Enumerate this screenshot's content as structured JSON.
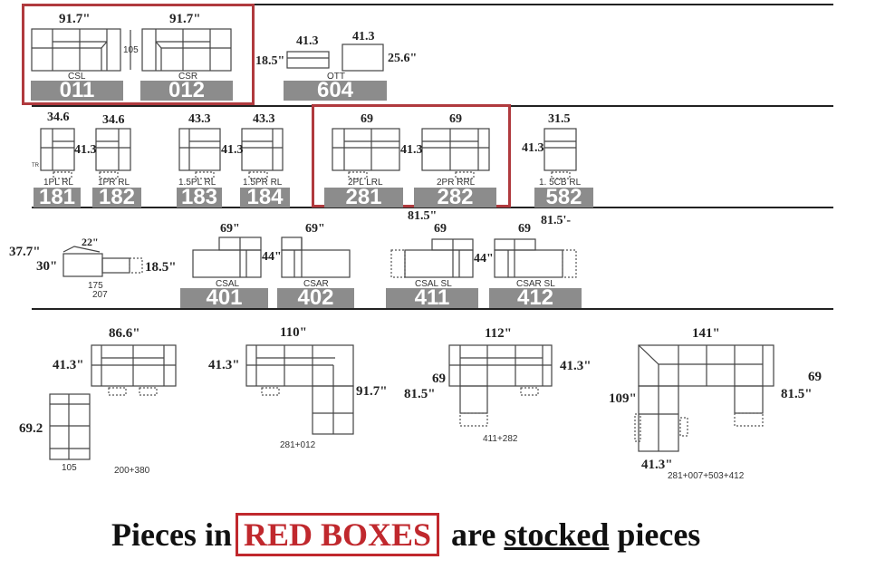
{
  "pieces": {
    "csl": {
      "label": "CSL",
      "code": "011",
      "width": "91.7\"",
      "depth": "105"
    },
    "csr": {
      "label": "CSR",
      "code": "012",
      "width": "91.7\""
    },
    "ott": {
      "label": "OTT",
      "code": "604",
      "width1": "41.3",
      "width2": "41.3",
      "height": "18.5\"",
      "depth": "25.6\""
    },
    "p181": {
      "label": "1PL RL",
      "code": "181",
      "width": "34.6",
      "depth": "41.3"
    },
    "p182": {
      "label": "1PR RL",
      "code": "182",
      "width": "34.6"
    },
    "p183": {
      "label": "1.5PL RL",
      "code": "183",
      "width": "43.3",
      "depth": "41.3"
    },
    "p184": {
      "label": "1.5PR RL",
      "code": "184",
      "width": "43.3"
    },
    "p281": {
      "label": "2PL LRL",
      "code": "281",
      "width": "69",
      "depth": "41.3"
    },
    "p282": {
      "label": "2PR RRL",
      "code": "282",
      "width": "69"
    },
    "p582": {
      "label": "1. 5CB  RL",
      "code": "582",
      "width": "31.5",
      "depth": "41.3"
    },
    "side": {
      "height_total": "37.7\"",
      "seat_height": "30\"",
      "headrest": "22\"",
      "footrest": "18.5\"",
      "closed": "175",
      "open": "207"
    },
    "p401": {
      "label": "CSAL",
      "code": "401",
      "width": "69\"",
      "depth": "44\""
    },
    "p402": {
      "label": "CSAR",
      "code": "402",
      "width": "69\""
    },
    "p411": {
      "label": "CSAL SL",
      "code": "411",
      "width_total": "81.5\"",
      "width": "69",
      "depth": "44\""
    },
    "p412": {
      "label": "CSAR SL",
      "code": "412",
      "width": "69",
      "width_total": "81.5'-"
    }
  },
  "sectionals": [
    {
      "combo": "200+380",
      "width": "86.6\"",
      "depth": "41.3\"",
      "chaise_len": "69.2",
      "chaise_w": "105"
    },
    {
      "combo": "281+012",
      "width": "110\"",
      "depth": "41.3\"",
      "length": "91.7\""
    },
    {
      "combo": "411+282",
      "width": "112\"",
      "depth_in": "69",
      "depth_total": "81.5\"",
      "depth": "41.3\""
    },
    {
      "combo": "281+007+503+412",
      "width": "141\"",
      "length": "109\"",
      "arm_w": "41.3\"",
      "depth_in": "69",
      "depth_total": "81.5\""
    }
  ],
  "tr_label": "TR",
  "footer": {
    "prefix": "Pieces in",
    "highlight": "RED BOXES",
    "middle": "are",
    "stocked": "stocked",
    "suffix": "pieces"
  },
  "colors": {
    "red_box": "#b03a3e",
    "code_bg": "#8c8c8c"
  }
}
